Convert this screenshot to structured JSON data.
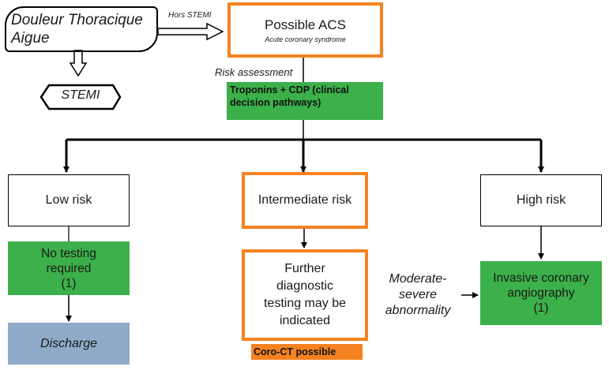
{
  "entry": {
    "title": "Douleur Thoracique Aigue",
    "stemi": "STEMI",
    "hors_stemi": "Hors STEMI"
  },
  "acs": {
    "title": "Possible ACS",
    "subtitle": "Acute coronary syndrome"
  },
  "risk_assessment": "Risk assessment",
  "troponins": "Troponins + CDP (clinical decision pathways)",
  "risk": {
    "low": "Low risk",
    "intermediate": "Intermediate risk",
    "high": "High risk"
  },
  "low_branch": {
    "no_testing": "No testing required",
    "no_testing_ref": "(1)",
    "discharge": "Discharge"
  },
  "intermediate_branch": {
    "further": "Further diagnostic testing may be indicated",
    "coro_ct": "Coro-CT possible",
    "abnormality": "Moderate-severe abnormality"
  },
  "high_branch": {
    "angiography": "Invasive coronary angiography",
    "ref": "(1)"
  },
  "colors": {
    "orange": "#f58220",
    "green": "#3cb04a",
    "blue": "#8fabc9",
    "black": "#000000"
  }
}
